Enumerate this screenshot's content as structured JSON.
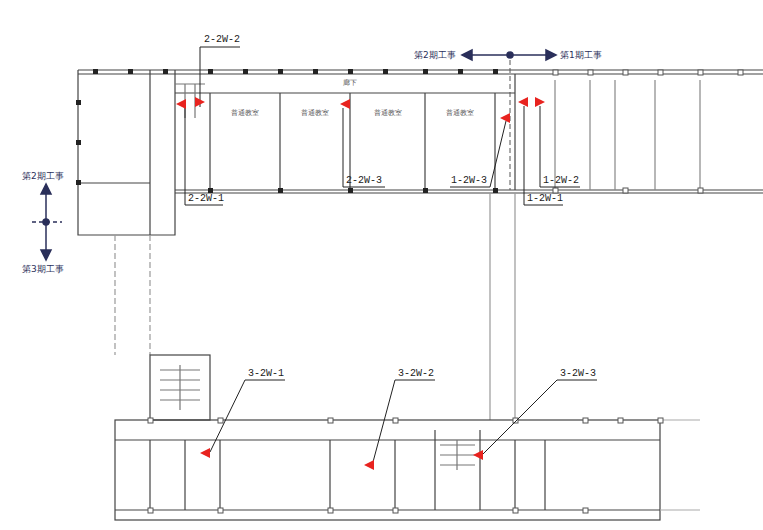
{
  "diagram": {
    "labels": [
      "第2期工事",
      "第1期工事",
      "第2期工事",
      "第3期工事",
      "2-2W-2",
      "2-2W-1",
      "2-2W-3",
      "1-2W-3",
      "1-2W-2",
      "1-2W-1",
      "3-2W-1",
      "3-2W-2",
      "3-2W-3",
      "普通教室",
      "普通教室",
      "普通教室",
      "普通教室",
      "廊下"
    ]
  }
}
